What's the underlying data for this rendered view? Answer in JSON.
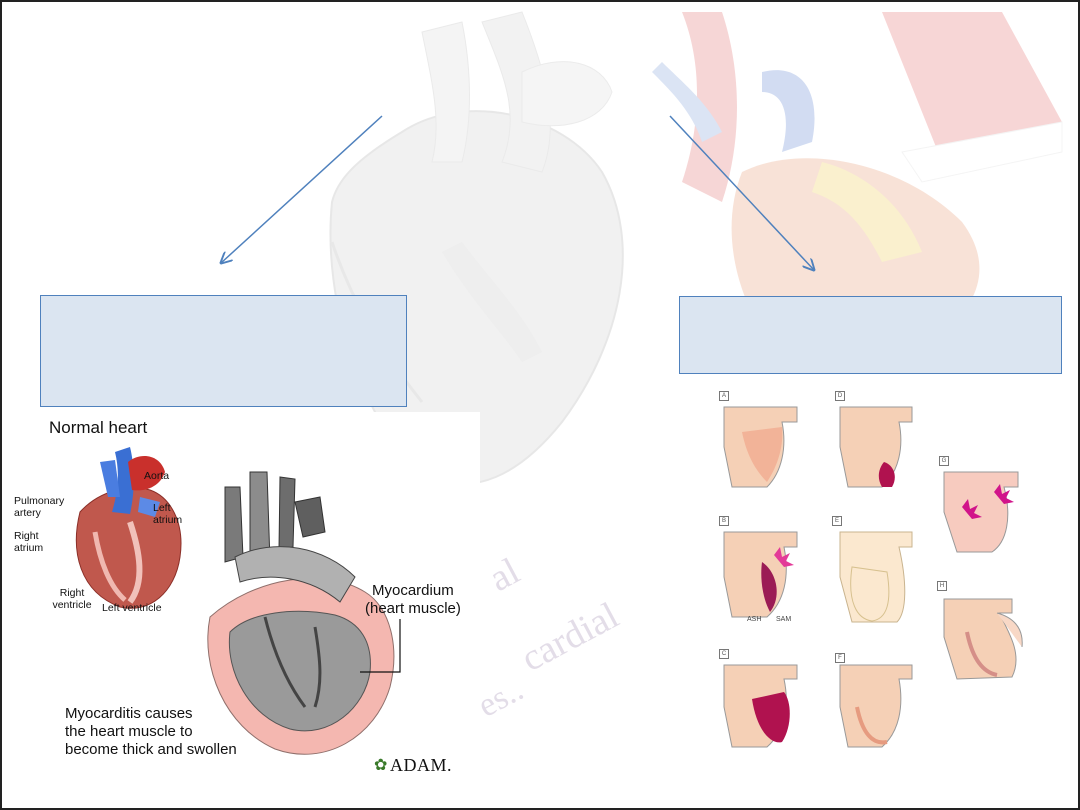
{
  "slide": {
    "background_color": "#ffffff",
    "text_box_fill": "#dbe5f1",
    "text_box_border": "#4f81bd",
    "arrow_color": "#4f81bd"
  },
  "background_watermark": {
    "words": [
      "al",
      "cardial",
      "es.."
    ],
    "image": "faded-heart-cross-section"
  },
  "left_box": {
    "text": ""
  },
  "right_box": {
    "text": ""
  },
  "myocarditis_figure": {
    "title": "Normal heart",
    "labels": {
      "aorta": "Aorta",
      "pulmonary_artery": "Pulmonary artery",
      "left_atrium": "Left atrium",
      "right_atrium": "Right atrium",
      "right_ventricle": "Right ventricle",
      "left_ventricle": "Left ventricle"
    },
    "myocardium_line1": "Myocardium",
    "myocardium_line2": "(heart muscle)",
    "caption_line1": "Myocarditis causes",
    "caption_line2": "the heart muscle to",
    "caption_line3": "become thick and swollen",
    "logo": "ADAM."
  },
  "cardiomyopathy_figure": {
    "panels": [
      "A",
      "B",
      "C",
      "D",
      "E",
      "F",
      "G",
      "H"
    ],
    "ash_label": "ASH",
    "sam_label": "SAM"
  }
}
